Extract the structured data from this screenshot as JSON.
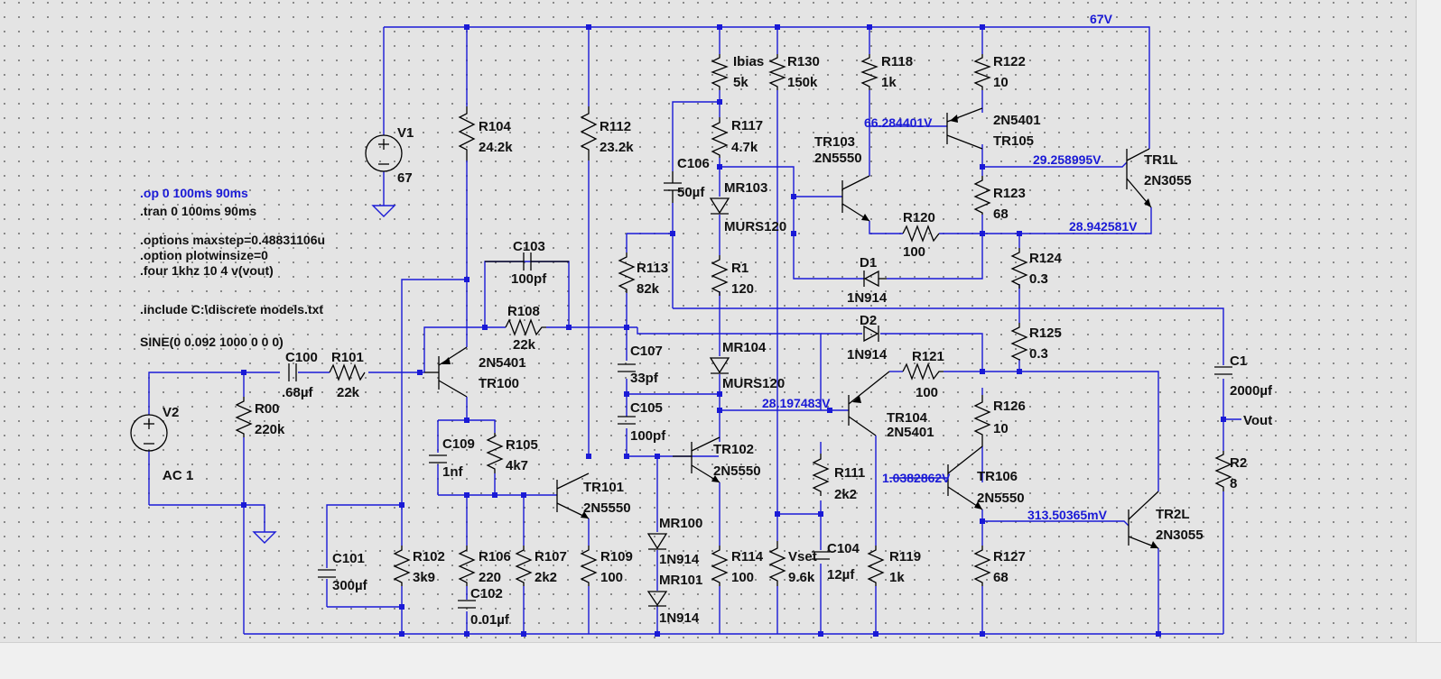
{
  "sim_directives": {
    "op": ".op 0 100ms 90ms",
    "tran": ".tran 0 100ms 90ms",
    "maxstep": ".options maxstep=0.48831106u",
    "plotwinsize": ".option plotwinsize=0",
    "four": ".four 1khz 10 4 v(vout)",
    "include": ".include C:\\discrete models.txt",
    "sine": "SINE(0 0.092 1000 0 0 0)"
  },
  "sources": {
    "v1_name": "V1",
    "v1_value": "67",
    "v2_name": "V2",
    "v2_value": "AC 1"
  },
  "rail_label": "67V",
  "output_label": "Vout",
  "voltages": {
    "tr105_base": "66.284401V",
    "tr1l_base": "29.258995V",
    "tr1l_emitter": "28.942581V",
    "tr104_base": "28.197483V",
    "tr106_base": "1.0382862V",
    "tr2l_base": "313.50365mV"
  },
  "parts": {
    "r104": [
      "R104",
      "24.2k"
    ],
    "r112": [
      "R112",
      "23.2k"
    ],
    "ibias": [
      "Ibias",
      "5k"
    ],
    "r130": [
      "R130",
      "150k"
    ],
    "r118": [
      "R118",
      "1k"
    ],
    "r122": [
      "R122",
      "10"
    ],
    "r117": [
      "R117",
      "4.7k"
    ],
    "c106": [
      "C106",
      "50µf"
    ],
    "mr103": [
      "MR103",
      "MURS120"
    ],
    "tr103": [
      "TR103",
      "2N5550"
    ],
    "tr105": [
      "2N5401",
      "TR105"
    ],
    "tr1l": [
      "TR1L",
      "2N3055"
    ],
    "r123": [
      "R123",
      "68"
    ],
    "r120": [
      "R120",
      "100"
    ],
    "d1": [
      "D1",
      "1N914"
    ],
    "r124": [
      "R124",
      "0.3"
    ],
    "c103": [
      "C103",
      "100pf"
    ],
    "r113": [
      "R113",
      "82k"
    ],
    "r1": [
      "R1",
      "120"
    ],
    "r108": [
      "R108",
      "22k"
    ],
    "r125": [
      "R125",
      "0.3"
    ],
    "d2": [
      "D2",
      "1N914"
    ],
    "c107": [
      "C107",
      "33pf"
    ],
    "mr104": [
      "MR104",
      "MURS120"
    ],
    "r121": [
      "R121",
      "100"
    ],
    "c1": [
      "C1",
      "2000µf"
    ],
    "c100": [
      "C100",
      ".68µf"
    ],
    "r101": [
      "R101",
      "22k"
    ],
    "tr100": [
      "2N5401",
      "TR100"
    ],
    "r00": [
      "R00",
      "220k"
    ],
    "c105": [
      "C105",
      "100pf"
    ],
    "tr104": [
      "TR104",
      "2N5401"
    ],
    "r126": [
      "R126",
      "10"
    ],
    "c109": [
      "C109",
      "1nf"
    ],
    "r105": [
      "R105",
      "4k7"
    ],
    "tr102": [
      "TR102",
      "2N5550"
    ],
    "r2": [
      "R2",
      "8"
    ],
    "tr101": [
      "TR101",
      "2N5550"
    ],
    "r111": [
      "R111",
      "2k2"
    ],
    "tr106": [
      "TR106",
      "2N5550"
    ],
    "mr100": [
      "MR100",
      "1N914"
    ],
    "tr2l": [
      "TR2L",
      "2N3055"
    ],
    "c101": [
      "C101",
      "300µf"
    ],
    "r102": [
      "R102",
      "3k9"
    ],
    "r106": [
      "R106",
      "220"
    ],
    "r107": [
      "R107",
      "2k2"
    ],
    "r109": [
      "R109",
      "100"
    ],
    "mr101": [
      "MR101",
      "1N914"
    ],
    "r114": [
      "R114",
      "100"
    ],
    "vset": [
      "Vset",
      "9.6k"
    ],
    "c104": [
      "C104",
      "12µf"
    ],
    "r119": [
      "R119",
      "1k"
    ],
    "r127": [
      "R127",
      "68"
    ],
    "c102": [
      "C102",
      "0.01µf"
    ]
  },
  "colors": {
    "wire": "#1a1ad6",
    "component": "#000000",
    "background": "#e4e4e4",
    "dot_grid": "#7a7a7a"
  }
}
